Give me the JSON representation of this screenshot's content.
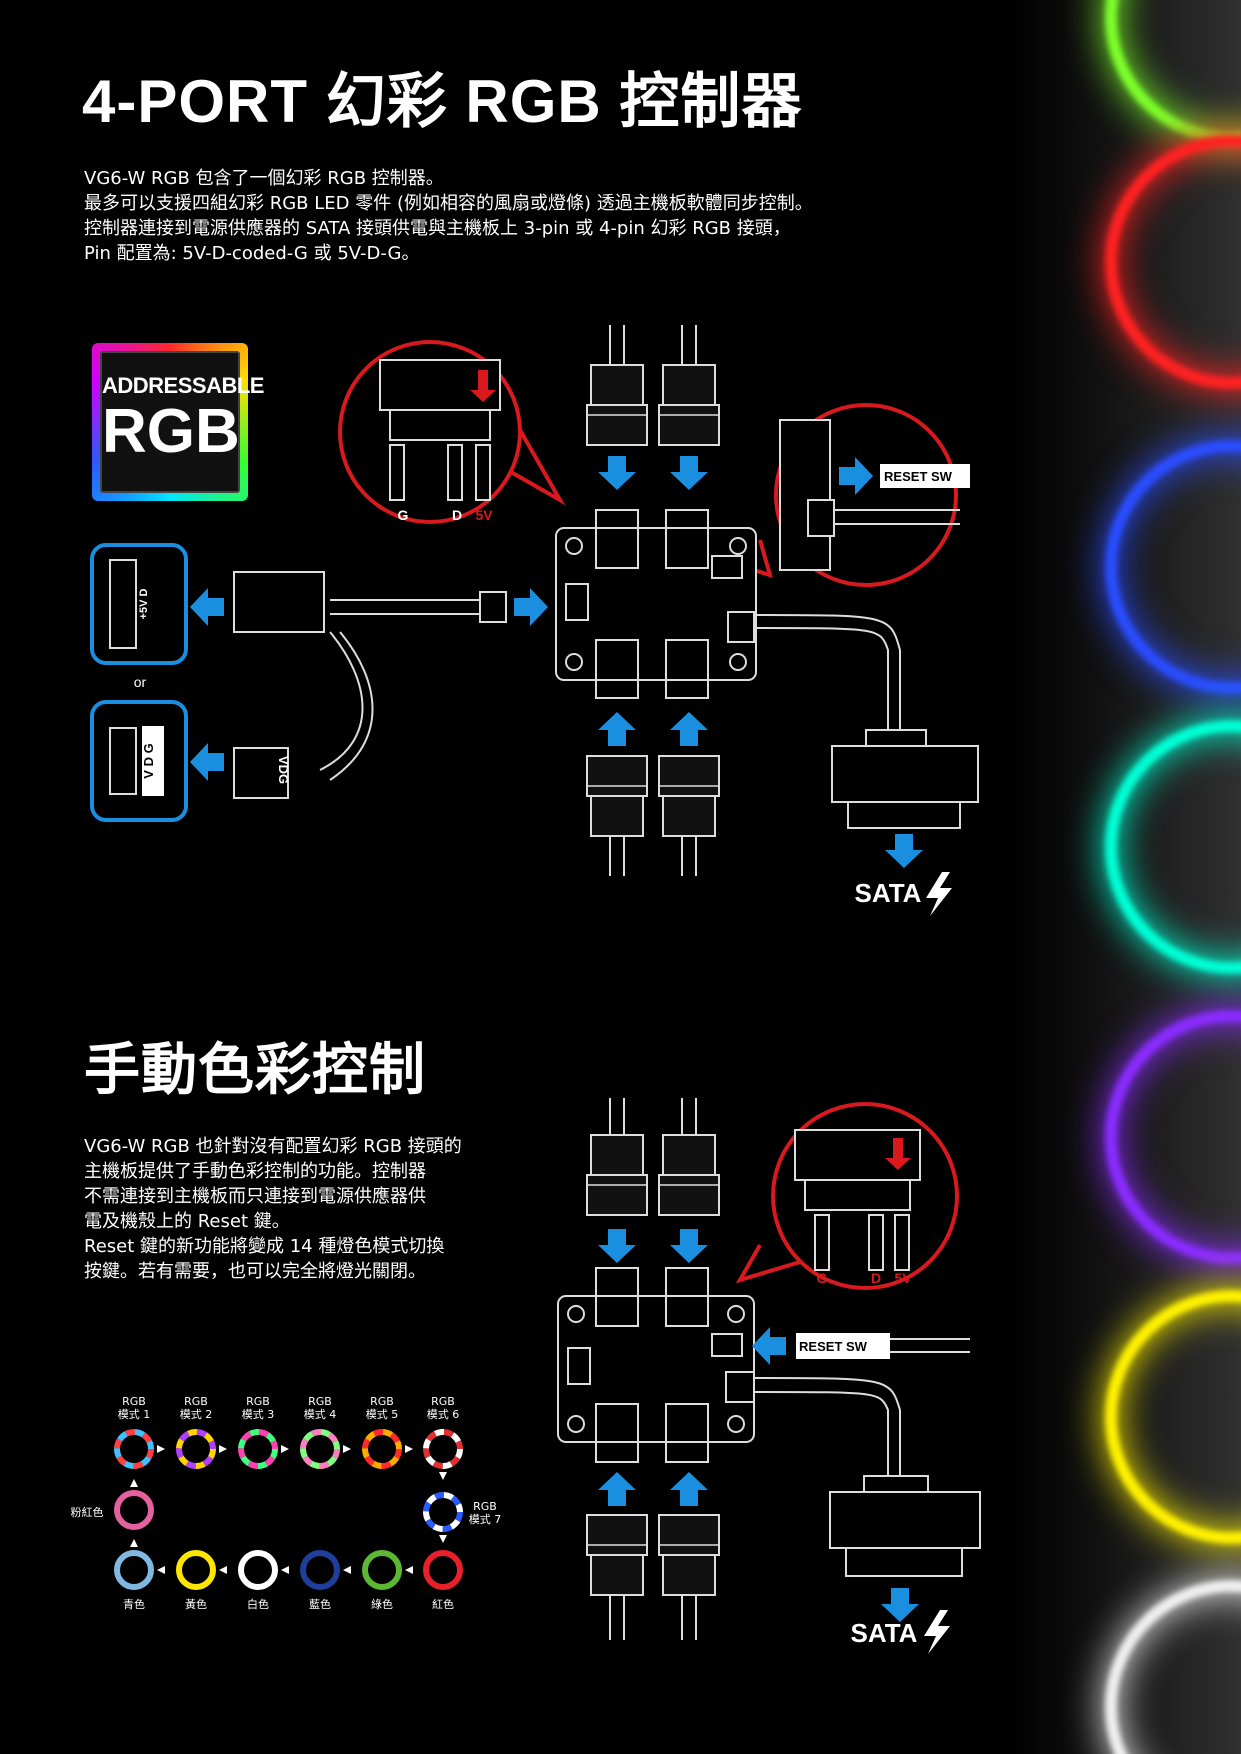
{
  "section1": {
    "title": "4-PORT 幻彩 RGB 控制器",
    "lines": [
      "VG6-W RGB 包含了一個幻彩 RGB 控制器。",
      "最多可以支援四組幻彩 RGB LED 零件 (例如相容的風扇或燈條) 透過主機板軟體同步控制。",
      "控制器連接到電源供應器的 SATA 接頭供電與主機板上 3-pin 或 4-pin 幻彩 RGB 接頭，",
      "Pin 配置為: 5V-D-coded-G 或 5V-D-G。"
    ]
  },
  "badge": {
    "top": "ADDRESSABLE",
    "main": "RGB"
  },
  "diagram1": {
    "pin_labels": [
      "G",
      "D",
      "5V"
    ],
    "reset_label": "RESET SW",
    "sata_label": "SATA",
    "or_label": "or",
    "header4_label": "+5V D",
    "header3_label": "V D G",
    "cable_label": "VDG"
  },
  "section2": {
    "title": "手動色彩控制",
    "lines": [
      "VG6-W RGB 也針對沒有配置幻彩 RGB 接頭的",
      "主機板提供了手動色彩控制的功能。控制器",
      "不需連接到主機板而只連接到電源供應器供",
      "電及機殼上的 Reset 鍵。",
      "Reset 鍵的新功能將變成 14 種燈色模式切換",
      "按鍵。若有需要，也可以完全將燈光關閉。"
    ]
  },
  "diagram2": {
    "pin_labels": [
      "G",
      "D",
      "5V"
    ],
    "reset_label": "RESET SW",
    "sata_label": "SATA"
  },
  "modes": {
    "top": [
      {
        "l1": "RGB",
        "l2": "模式 1"
      },
      {
        "l1": "RGB",
        "l2": "模式 2"
      },
      {
        "l1": "RGB",
        "l2": "模式 3"
      },
      {
        "l1": "RGB",
        "l2": "模式 4"
      },
      {
        "l1": "RGB",
        "l2": "模式 5"
      },
      {
        "l1": "RGB",
        "l2": "模式 6"
      }
    ],
    "mode7": {
      "l1": "RGB",
      "l2": "模式 7"
    },
    "pink_label": "粉紅色",
    "bottom": [
      {
        "label": "青色",
        "color": "#7fb8e0"
      },
      {
        "label": "黃色",
        "color": "#ffe600"
      },
      {
        "label": "白色",
        "color": "#ffffff"
      },
      {
        "label": "藍色",
        "color": "#1f3f9c"
      },
      {
        "label": "綠色",
        "color": "#5cb832"
      },
      {
        "label": "紅色",
        "color": "#e8202a"
      }
    ],
    "pink_color": "#e5609e"
  },
  "colors": {
    "accent_blue": "#1a8fe0",
    "callout_red": "#d8191e",
    "background": "#000000"
  }
}
